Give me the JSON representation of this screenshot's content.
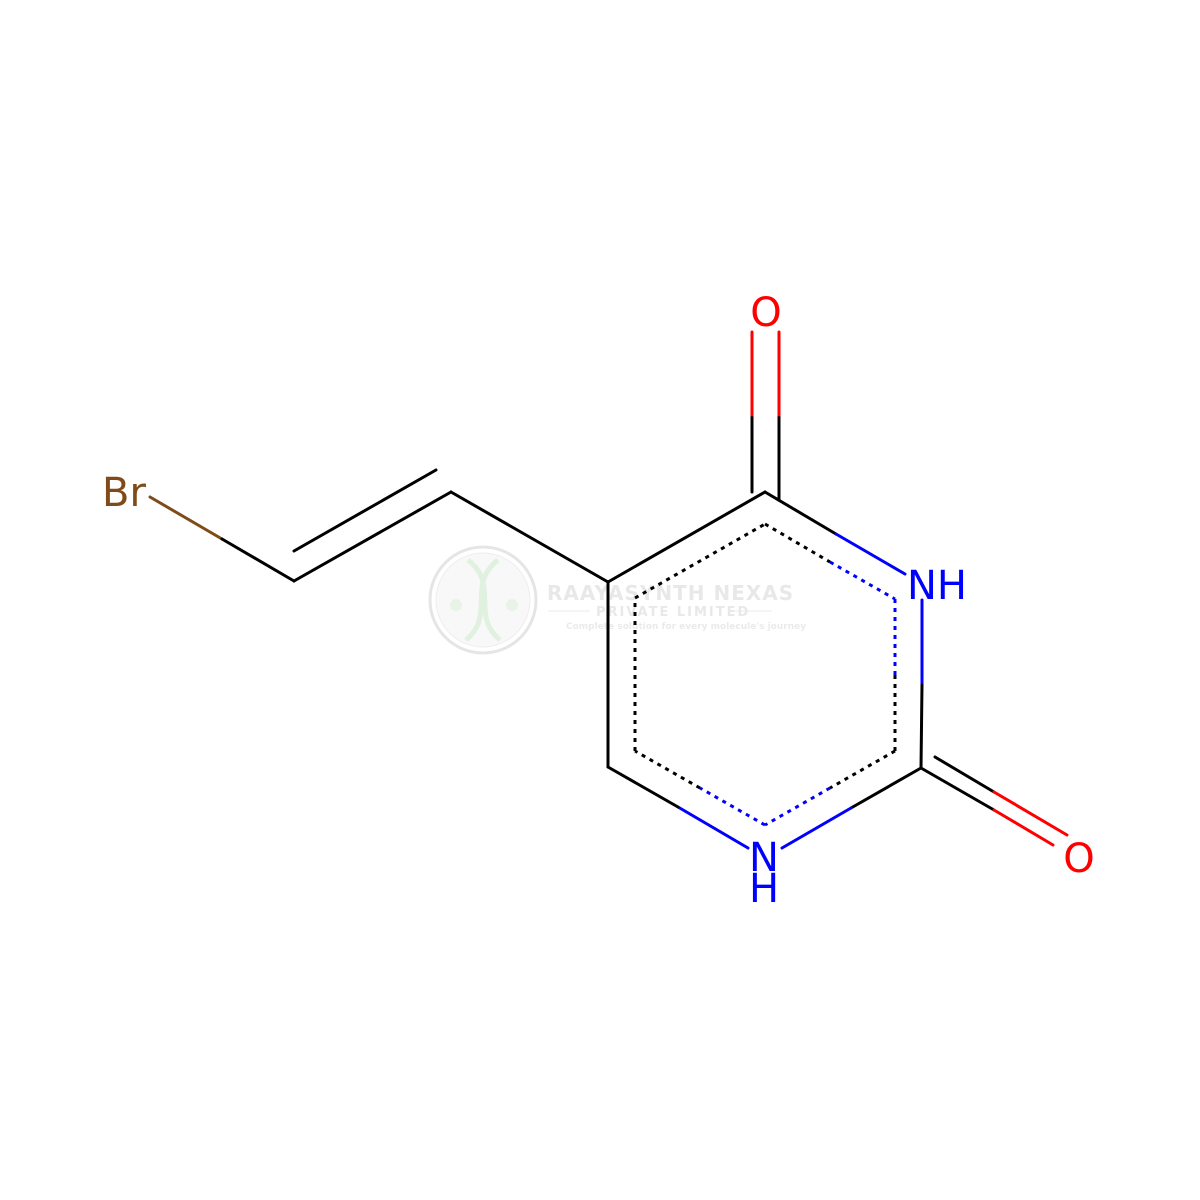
{
  "colors": {
    "carbon": "#000000",
    "nitrogen": "#0000ff",
    "oxygen": "#ff0000",
    "bromine": "#7f4c19",
    "watermark": "#d9d9d9"
  },
  "atoms": {
    "br": "Br",
    "o_top": "O",
    "o_right": "O",
    "nh_right": "NH",
    "n_bottom": "N",
    "h_bottom": "H"
  },
  "watermark": {
    "name": "RAAYASYNTH NEXAS",
    "subtitle": "PRIVATE LIMITED",
    "tagline": "Complete solution for every molecule's journey",
    "icon": "dna-helix-icon"
  }
}
